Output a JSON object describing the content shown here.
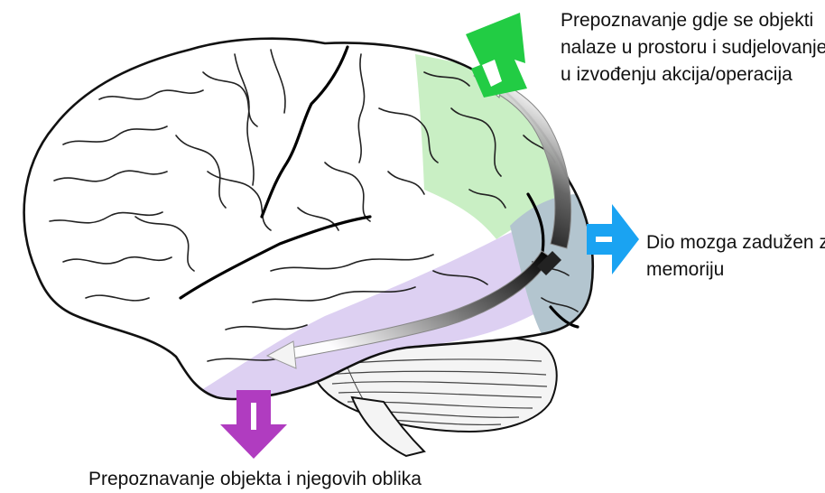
{
  "labels": {
    "dorsal": {
      "lines": [
        "Prepoznavanje gdje se objekti",
        "nalaze u prostoru i sudjelovanje",
        "u izvođenju akcija/operacija"
      ]
    },
    "memory": {
      "lines": [
        "Dio mozga zadužen za",
        "memoriju"
      ]
    },
    "ventral": {
      "lines": [
        "Prepoznavanje objekta i njegovih oblika"
      ]
    }
  },
  "colors": {
    "dorsal_region": "#c9efc4",
    "ventral_region": "#ddd0f2",
    "occipital_region": "#b3c5cf",
    "dorsal_arrow": "#22cc44",
    "memory_arrow": "#1aa3f2",
    "ventral_arrow": "#b03cc0",
    "outline": "#111111"
  },
  "icons": {
    "dorsal": "arrow-up-right-icon",
    "memory": "arrow-right-icon",
    "ventral": "arrow-down-icon"
  }
}
